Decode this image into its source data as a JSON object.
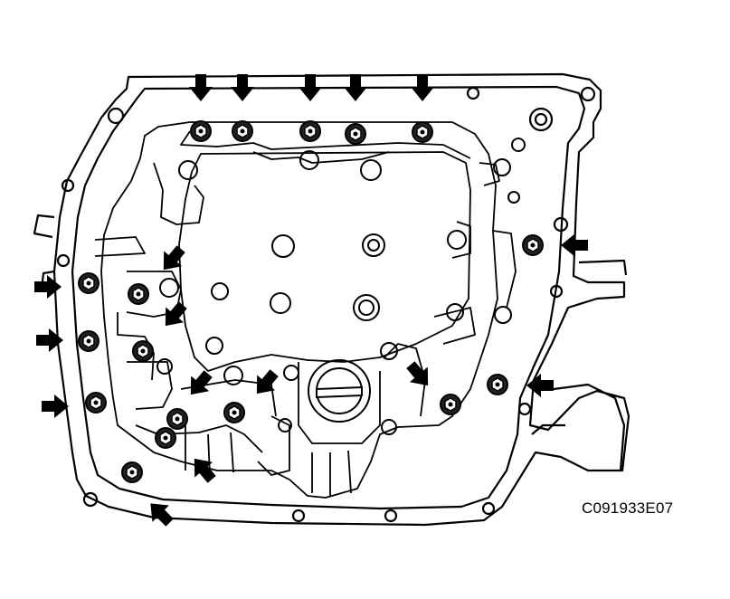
{
  "figure": {
    "reference_code": "C091933E07",
    "line_color": "#000000",
    "background_color": "#ffffff",
    "bolt_count": 17,
    "arrow_count": 17
  },
  "icons": {
    "arrow": "arrow-icon",
    "bolt": "hex-bolt-icon"
  }
}
